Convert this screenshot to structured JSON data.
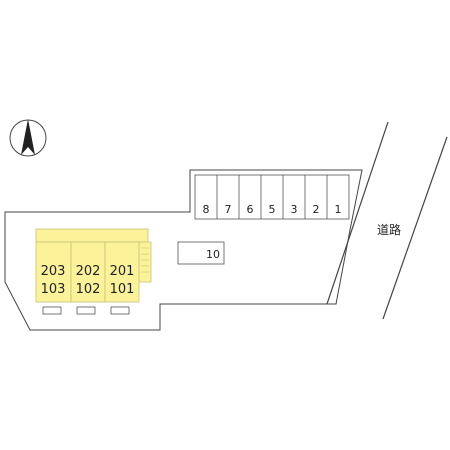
{
  "map": {
    "road_label": "道路",
    "parking": [
      {
        "label": "8"
      },
      {
        "label": "7"
      },
      {
        "label": "6"
      },
      {
        "label": "5"
      },
      {
        "label": "3"
      },
      {
        "label": "2"
      },
      {
        "label": "1"
      }
    ],
    "parking_extra": {
      "label": "10"
    },
    "units": [
      {
        "upper": "203",
        "lower": "103"
      },
      {
        "upper": "202",
        "lower": "102"
      },
      {
        "upper": "201",
        "lower": "101"
      }
    ],
    "colors": {
      "building": "#fbf29a",
      "building_stroke": "#c9c27a",
      "lines": "#333333"
    }
  }
}
